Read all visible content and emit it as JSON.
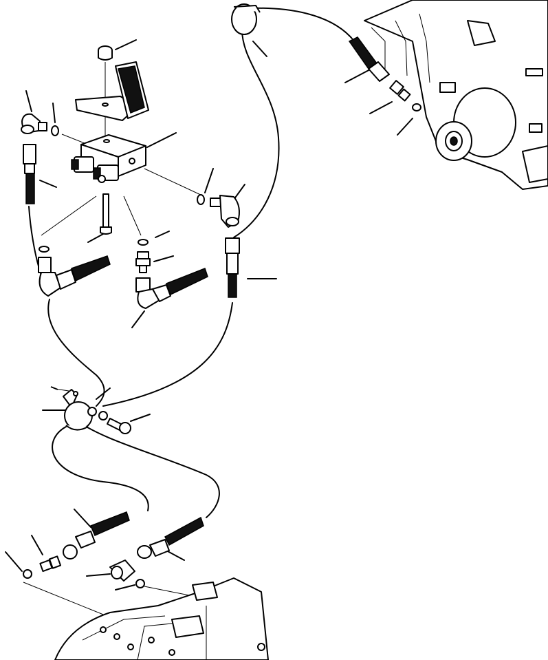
{
  "figure": {
    "kind": "exploded parts diagram",
    "line_color": "#000000",
    "background": "#ffffff"
  },
  "parts": [
    {
      "name": "nut"
    },
    {
      "name": "bracket"
    },
    {
      "name": "valve-block"
    },
    {
      "name": "solenoid-valve"
    },
    {
      "name": "bolt"
    },
    {
      "name": "elbow-fitting"
    },
    {
      "name": "o-ring"
    },
    {
      "name": "adapter-fitting"
    },
    {
      "name": "hydraulic-hose"
    },
    {
      "name": "hose-clamp"
    },
    {
      "name": "clip"
    },
    {
      "name": "washer"
    },
    {
      "name": "capscrew"
    },
    {
      "name": "transmission-housing"
    },
    {
      "name": "engine-flywheel-housing"
    }
  ]
}
